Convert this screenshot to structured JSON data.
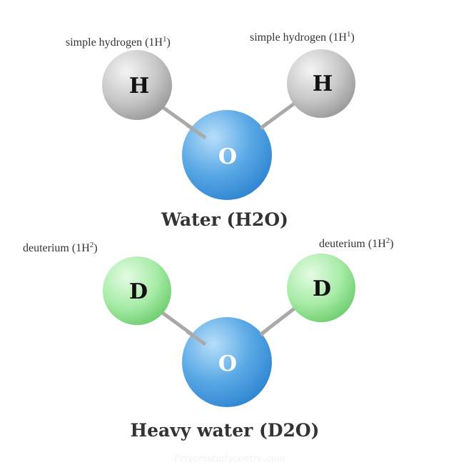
{
  "water": {
    "title": "Water (H2O)",
    "left_label": "simple hydrogen (1H",
    "left_label_sup": "1",
    "left_label_end": ")",
    "right_label": "simple hydrogen (1H",
    "right_label_sup": "1",
    "right_label_end": ")",
    "left_atom": "H",
    "right_atom": "H",
    "center_atom": "O"
  },
  "heavy_water": {
    "title": "Heavy water (D2O)",
    "left_label": "deuterium (1H",
    "left_label_sup": "2",
    "left_label_end": ")",
    "right_label": "deuterium (1H",
    "right_label_sup": "2",
    "right_label_end": ")",
    "left_atom": "D",
    "right_atom": "D",
    "center_atom": "O"
  },
  "watermark": "Priyamstudycentre.com",
  "colors": {
    "hydrogen": "#c8c8c8",
    "oxygen": "#4a9fe0",
    "deuterium": "#9be39b",
    "bond": "#a9a9a9"
  }
}
